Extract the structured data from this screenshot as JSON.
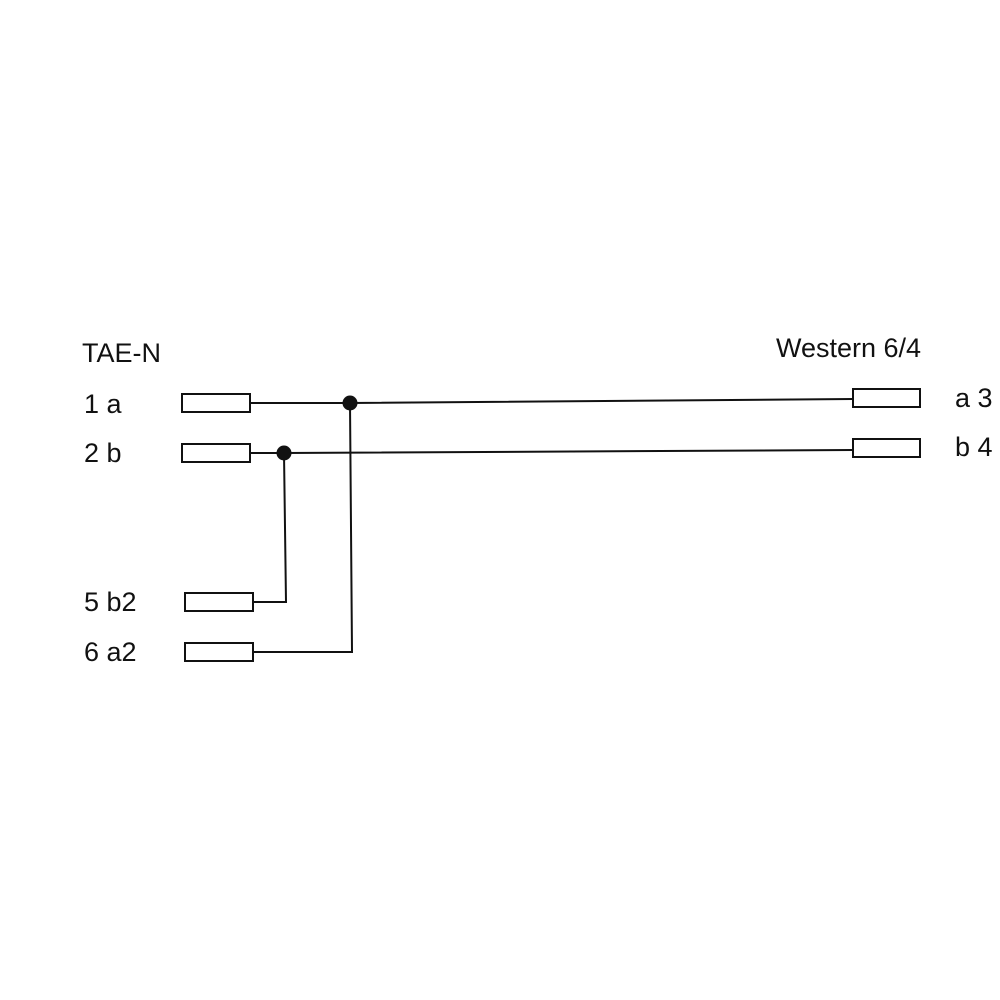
{
  "left_connector": {
    "name": "TAE-N",
    "pins": [
      {
        "label": "1 a"
      },
      {
        "label": "2 b"
      },
      {
        "label": "5 b2"
      },
      {
        "label": "6 a2"
      }
    ]
  },
  "right_connector": {
    "name": "Western 6/4",
    "pins": [
      {
        "label": "a 3"
      },
      {
        "label": "b 4"
      }
    ]
  },
  "connections": [
    {
      "from": "1 a",
      "to": "a 3"
    },
    {
      "from": "2 b",
      "to": "b 4"
    },
    {
      "from": "5 b2",
      "to": "2 b"
    },
    {
      "from": "6 a2",
      "to": "1 a"
    }
  ],
  "colors": {
    "line": "#111111",
    "background": "#ffffff"
  }
}
